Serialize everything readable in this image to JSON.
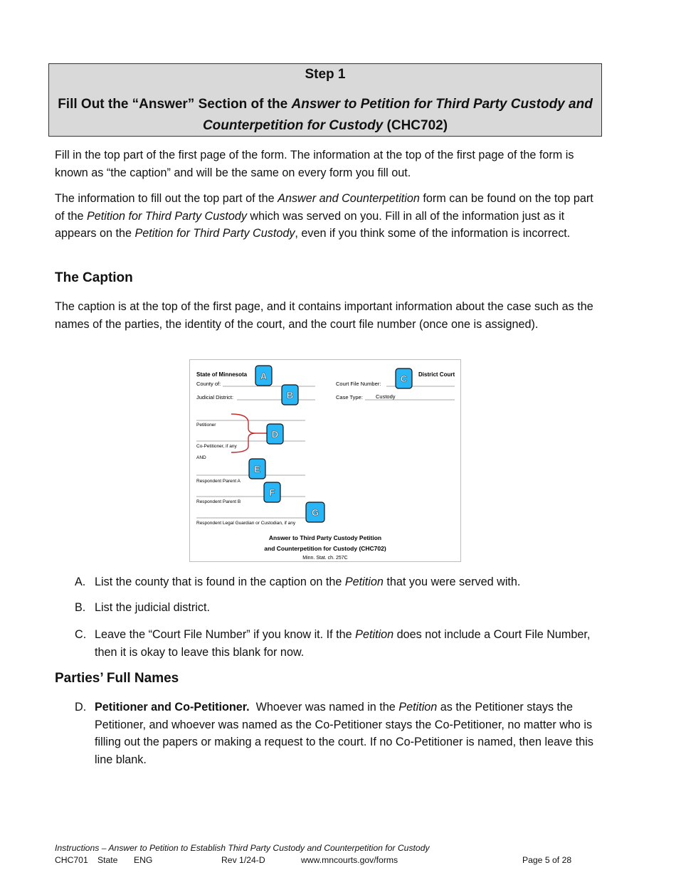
{
  "step": {
    "label": "Step 1",
    "title_part1": "Fill Out the “Answer” Section of the ",
    "title_italic": "Answer to Petition for Third Party Custody and Counterpetition for Custody",
    "title_part2": " (CHC702)"
  },
  "intro": {
    "p1": "Fill in the top part of the first page of the form.  The information at the top of the first page of the form is known as “the caption” and will be the same on every form you fill out.",
    "p2_a": "The information to fill out the top part of the ",
    "p2_i1": "Answer and Counterpetition",
    "p2_b": " form can be found on the top part of the ",
    "p2_i2": "Petition for Third Party Custody",
    "p2_c": " which was served on you.  Fill in all of the information just as it appears on the ",
    "p2_i3": "Petition for Third Party Custody",
    "p2_d": ", even if you think some of the information is incorrect."
  },
  "caption_section": {
    "heading": "The Caption",
    "text": "The caption is at the top of the first page, and it contains important information about the case such as the names of the parties, the identity of the court, and the court file number (once one is assigned)."
  },
  "figure": {
    "state": "State of Minnesota",
    "county": "County of:",
    "judicial_district": "Judicial District:",
    "district_court": "District Court",
    "court_file_number": "Court File Number:",
    "case_type": "Case Type:",
    "case_type_value": "Custody",
    "petitioner": "Petitioner",
    "co_petitioner": "Co-Petitioner, if any",
    "and": "AND",
    "respondent_a": "Respondent Parent A",
    "respondent_b": "Respondent Parent B",
    "respondent_guardian": "Respondent Legal Guardian or Custodian, if any",
    "form_title_1": "Answer to Third Party Custody Petition",
    "form_title_2": "and Counterpetition for Custody (CHC702)",
    "statute": "Minn. Stat. ch. 257C",
    "markers": [
      "A",
      "B",
      "C",
      "D",
      "E",
      "F",
      "G"
    ],
    "marker_color": "#29b6f6",
    "bracket_color": "#c62828"
  },
  "list_abc": [
    {
      "letter": "A.",
      "text_a": "List the county that is found in the caption on the ",
      "italic": "Petition",
      "text_b": " that you were served with."
    },
    {
      "letter": "B.",
      "text_a": "List the judicial district.",
      "italic": "",
      "text_b": ""
    },
    {
      "letter": "C.",
      "text_a": "Leave the “Court File Number” if you know it.  If the ",
      "italic": "Petition",
      "text_b": " does not include a Court File Number, then it is okay to leave this blank for now."
    }
  ],
  "parties_section": {
    "heading": "Parties’ Full Names",
    "d_letter": "D.",
    "d_bold": "Petitioner and Co-Petitioner.",
    "d_text_a": "  Whoever was named in the ",
    "d_italic": "Petition",
    "d_text_b": " as the Petitioner stays the Petitioner, and whoever was named as the Co-Petitioner stays the Co-Petitioner, no matter who is filling out the papers or making a request to the court.  If no Co-Petitioner is named, then leave this line blank."
  },
  "footer": {
    "line1": "Instructions – Answer to Petition to Establish Third Party Custody and Counterpetition for Custody",
    "form_code": "CHC701",
    "scope": "State",
    "language": "ENG",
    "revision": "Rev 1/24-D",
    "url": "www.mncourts.gov/forms",
    "page": "Page 5 of 28"
  }
}
